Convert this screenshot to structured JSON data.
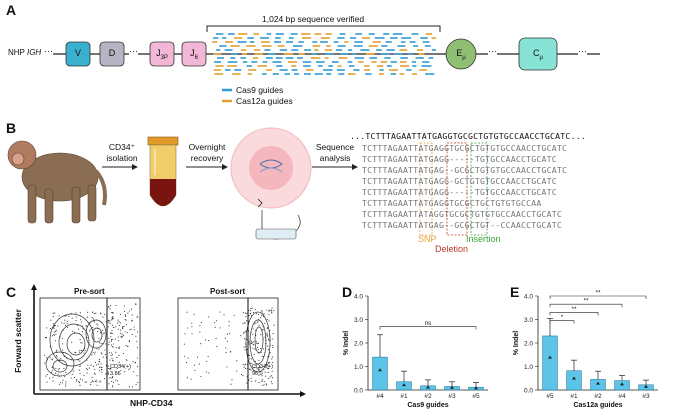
{
  "panels": {
    "a": "A",
    "b": "B",
    "c": "C",
    "d": "D",
    "e": "E"
  },
  "panel_a": {
    "locus_prefix": "NHP ",
    "locus_gene": "IGH",
    "span_label": "1,024 bp sequence verified",
    "segments": {
      "v": "V",
      "d": "D",
      "j3p_base": "J",
      "j3p_sub": "3P",
      "j6_base": "J",
      "j6_sub": "6",
      "emu_base": "E",
      "emu_sub": "μ",
      "cmu_base": "C",
      "cmu_sub": "μ"
    },
    "ellipsis": "···",
    "legend": [
      {
        "label": "Cas9 guides",
        "color": "#2e9ad0"
      },
      {
        "label": "Cas12a guides",
        "color": "#e0a030"
      }
    ],
    "colors": {
      "v": "#3ab0cf",
      "d": "#b7b4c4",
      "j": "#f2b6d6",
      "emu": "#8fbf72",
      "cmu": "#86e3d6"
    }
  },
  "panel_b": {
    "step1": "CD34⁺",
    "step1b": "isolation",
    "step2": "Overnight",
    "step2b": "recovery",
    "step3": "Sequence",
    "step3b": "analysis",
    "reference_seq": "...TCTTTAGAATTATGAGGTGCGCTGTGTGCCAACCTGCATC...",
    "reads": [
      "TCTTTAGAATTATGAGGTGCGCTGTGTGCCAACCTGCATC",
      "TCTTTAGAATTATGAGG-----TGTGCCAACCTGCATC",
      "TCTTTAGAATTATGAG--GCGCTGTGTGCCAACCTGCATC",
      "TCTTTAGAATTATGAGG-GCTGTGTGCCAACCTGCATC",
      "TCTTTAGAATTATGAGG-----TGTGCCAACCTGCATC",
      "TCTTTAGAATTATGAGGTGCGCTGCTGTGTGCCAA",
      "TCTTTAGAATTATAGGTGCGCTGTGTGCCAACCTGCATC",
      "TCTTTAGAATTATGAG--GCGCTGT--CCAACCTGCATC"
    ],
    "legend": {
      "snp": "SNP",
      "deletion": "Deletion",
      "insertion": "Insertion"
    },
    "colors": {
      "snp": "#e8a33a",
      "deletion": "#c0392b",
      "insertion": "#3aa53a"
    }
  },
  "panel_c": {
    "y_label": "Forward scatter",
    "x_label": "NHP-CD34",
    "plots": [
      {
        "title": "Pre-sort",
        "gate_label": "CD34(+)",
        "gate_value": "3.86"
      },
      {
        "title": "Post-sort",
        "gate_label": "CD34(+)",
        "gate_value": "96.0"
      }
    ]
  },
  "chart_data": [
    {
      "type": "bar",
      "panel": "D",
      "categories": [
        "#4",
        "#1",
        "#2",
        "#3",
        "#5"
      ],
      "values": [
        1.4,
        0.35,
        0.18,
        0.15,
        0.12
      ],
      "errors": [
        0.95,
        0.45,
        0.25,
        0.2,
        0.2
      ],
      "xlabel": "Cas9 guides",
      "ylabel": "% Indel",
      "ylim": [
        0,
        4
      ],
      "yticks": [
        "0.0",
        "1.0",
        "2.0",
        "3.0",
        "4.0"
      ],
      "significance": [
        {
          "from": 0,
          "to": 4,
          "label": "ns"
        }
      ],
      "bar_color": "#5bc4e8"
    },
    {
      "type": "bar",
      "panel": "E",
      "categories": [
        "#5",
        "#1",
        "#2",
        "#4",
        "#3"
      ],
      "values": [
        2.3,
        0.82,
        0.45,
        0.4,
        0.22
      ],
      "errors": [
        0.75,
        0.45,
        0.35,
        0.22,
        0.2
      ],
      "xlabel": "Cas12a guides",
      "ylabel": "% Indel",
      "ylim": [
        0,
        4
      ],
      "yticks": [
        "0.0",
        "1.0",
        "2.0",
        "3.0",
        "4.0"
      ],
      "significance": [
        {
          "from": 0,
          "to": 1,
          "label": "*"
        },
        {
          "from": 0,
          "to": 2,
          "label": "**"
        },
        {
          "from": 0,
          "to": 3,
          "label": "**"
        },
        {
          "from": 0,
          "to": 4,
          "label": "**"
        }
      ],
      "bar_color": "#5bc4e8"
    }
  ]
}
